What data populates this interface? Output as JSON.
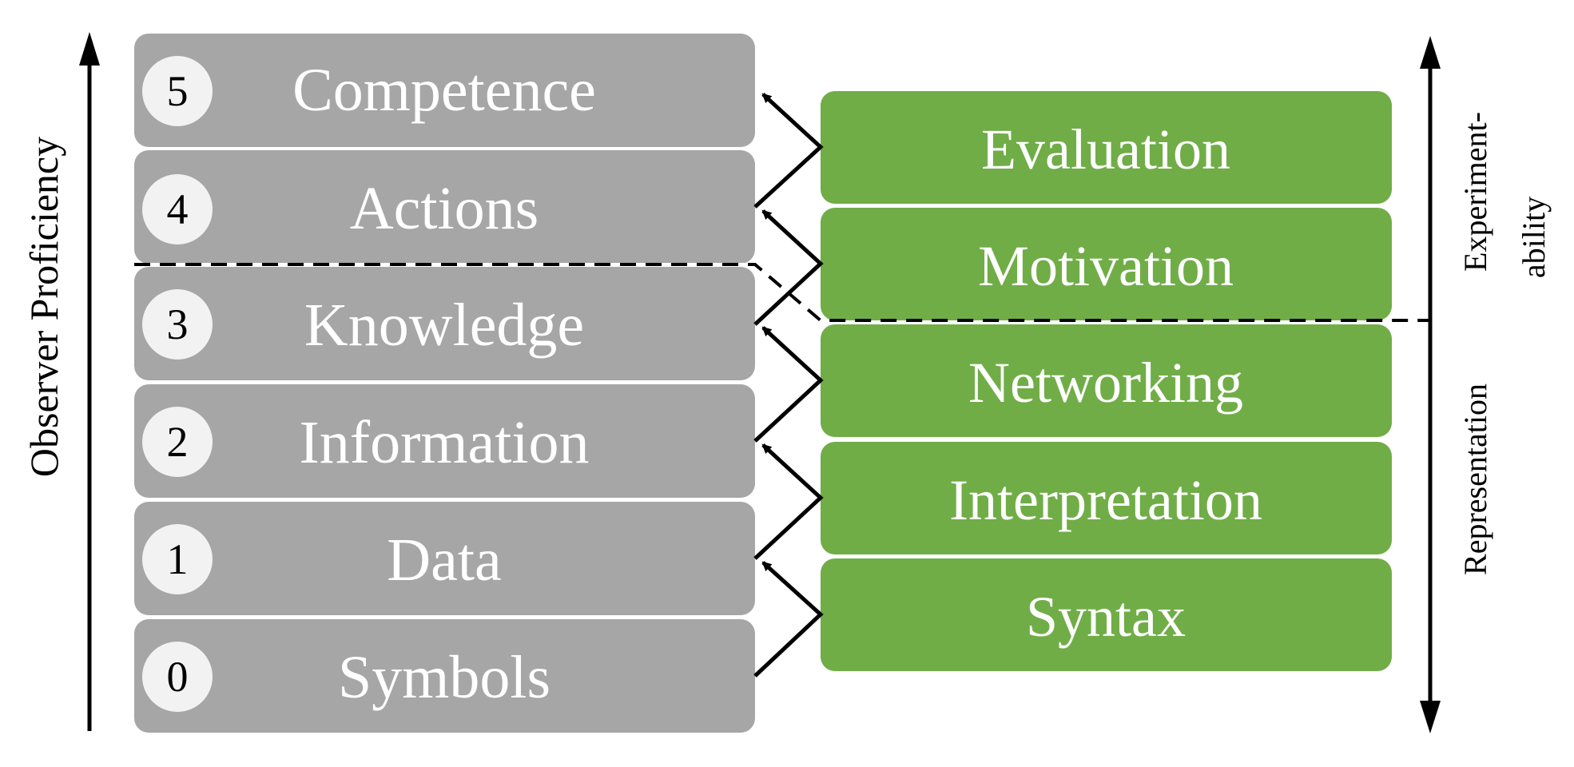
{
  "diagram": {
    "left_axis_label": "Observer Proficiency",
    "right_axis_label_upper_line1": "Experiment-",
    "right_axis_label_upper_line2": "ability",
    "right_axis_label_lower": "Representation",
    "levels": [
      {
        "number": "5",
        "label": "Competence"
      },
      {
        "number": "4",
        "label": "Actions"
      },
      {
        "number": "3",
        "label": "Knowledge"
      },
      {
        "number": "2",
        "label": "Information"
      },
      {
        "number": "1",
        "label": "Data"
      },
      {
        "number": "0",
        "label": "Symbols"
      }
    ],
    "transitions": [
      {
        "label": "Evaluation"
      },
      {
        "label": "Motivation"
      },
      {
        "label": "Networking"
      },
      {
        "label": "Interpretation"
      },
      {
        "label": "Syntax"
      }
    ],
    "colors": {
      "level_box": "#a6a6a6",
      "transition_box": "#70ad47",
      "number_circle": "#f2f2f2",
      "line": "#000000",
      "text_on_box": "#ffffff"
    }
  }
}
